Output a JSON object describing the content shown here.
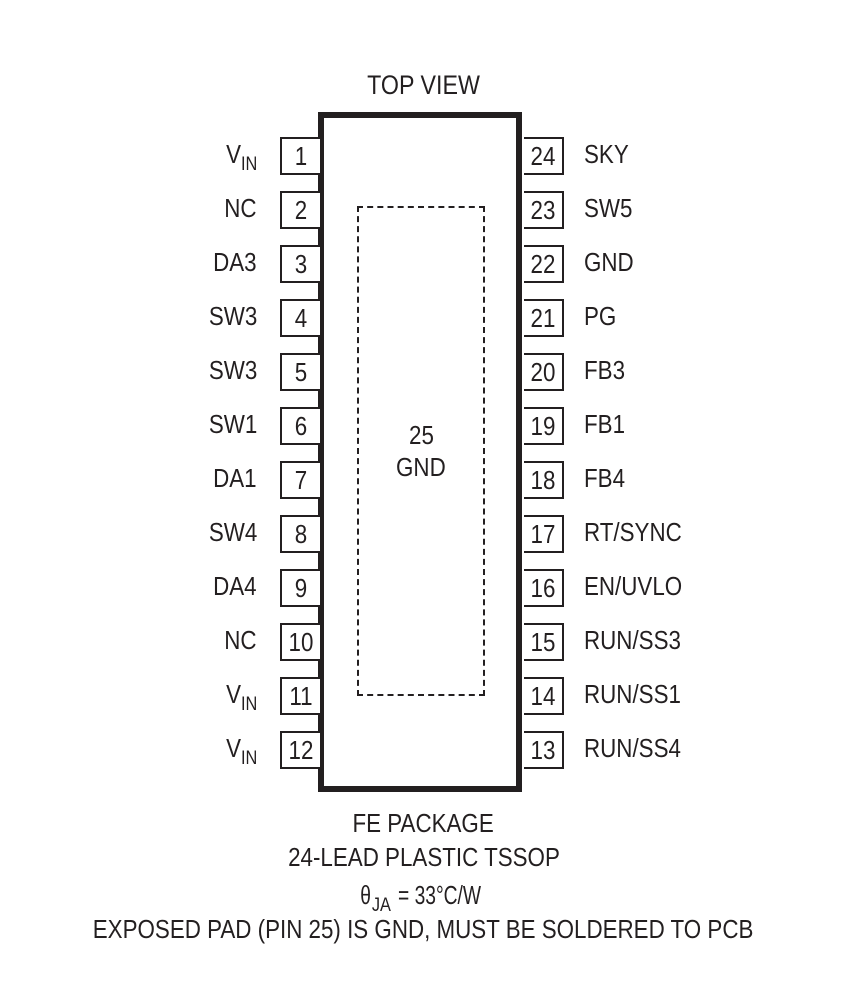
{
  "diagram": {
    "title": "TOP VIEW",
    "exposed_pad": {
      "number": "25",
      "name": "GND"
    },
    "left_pins": [
      {
        "num": "1",
        "name": "V",
        "sub": "IN"
      },
      {
        "num": "2",
        "name": "NC",
        "sub": ""
      },
      {
        "num": "3",
        "name": "DA3",
        "sub": ""
      },
      {
        "num": "4",
        "name": "SW3",
        "sub": ""
      },
      {
        "num": "5",
        "name": "SW3",
        "sub": ""
      },
      {
        "num": "6",
        "name": "SW1",
        "sub": ""
      },
      {
        "num": "7",
        "name": "DA1",
        "sub": ""
      },
      {
        "num": "8",
        "name": "SW4",
        "sub": ""
      },
      {
        "num": "9",
        "name": "DA4",
        "sub": ""
      },
      {
        "num": "10",
        "name": "NC",
        "sub": ""
      },
      {
        "num": "11",
        "name": "V",
        "sub": "IN"
      },
      {
        "num": "12",
        "name": "V",
        "sub": "IN"
      }
    ],
    "right_pins": [
      {
        "num": "24",
        "name": "SKY"
      },
      {
        "num": "23",
        "name": "SW5"
      },
      {
        "num": "22",
        "name": "GND"
      },
      {
        "num": "21",
        "name": "PG"
      },
      {
        "num": "20",
        "name": "FB3"
      },
      {
        "num": "19",
        "name": "FB1"
      },
      {
        "num": "18",
        "name": "FB4"
      },
      {
        "num": "17",
        "name": "RT/SYNC"
      },
      {
        "num": "16",
        "name": "EN/UVLO"
      },
      {
        "num": "15",
        "name": "RUN/SS3"
      },
      {
        "num": "14",
        "name": "RUN/SS1"
      },
      {
        "num": "13",
        "name": "RUN/SS4"
      }
    ],
    "footer": {
      "package": "FE PACKAGE",
      "description": "24-LEAD PLASTIC TSSOP",
      "theta_symbol": "θ",
      "theta_sub": "JA",
      "theta_value": " = 33°C/W",
      "note": "EXPOSED PAD (PIN 25) IS GND, MUST BE SOLDERED TO PCB"
    }
  }
}
